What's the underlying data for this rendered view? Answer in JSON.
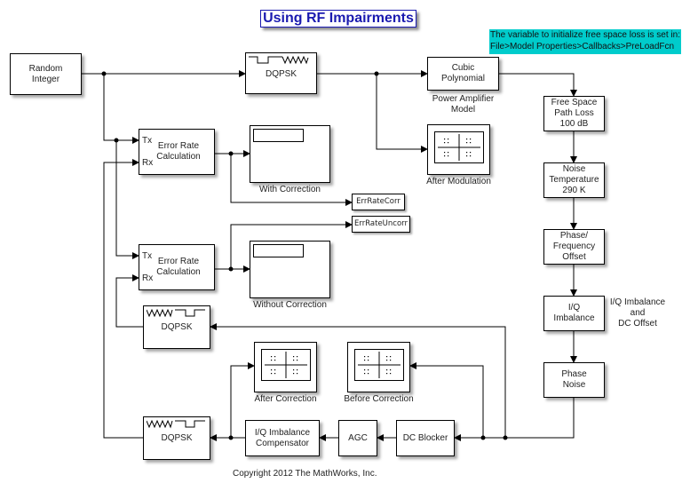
{
  "title": "Using RF Impairments",
  "note": {
    "line1": "The variable to initialize free space loss is set in:",
    "line2": "File>Model Properties>Callbacks>PreLoadFcn"
  },
  "colors": {
    "title": "#1a1ab0",
    "note_bg": "#00cccc"
  },
  "blocks": {
    "random_integer": "Random\nInteger",
    "dqpsk_mod": "DQPSK",
    "cubic_polynomial": "Cubic\nPolynomial",
    "free_space": "Free Space\nPath Loss\n100 dB",
    "noise_temp": "Noise\nTemperature\n290 K",
    "phase_freq": "Phase/\nFrequency\nOffset",
    "iq_imbalance": "I/Q\nImbalance",
    "phase_noise": "Phase\nNoise",
    "error_rate_1": "Error Rate\nCalculation",
    "error_rate_2": "Error Rate\nCalculation",
    "dqpsk_demod_1": "DQPSK",
    "dqpsk_demod_2": "DQPSK",
    "iq_comp": "I/Q Imbalance\nCompensator",
    "agc": "AGC",
    "dc_blocker": "DC Blocker",
    "goto_corr": "ErrRateCorr",
    "goto_uncorr": "ErrRateUncorr"
  },
  "ports": {
    "tx": "Tx",
    "rx": "Rx"
  },
  "labels": {
    "power_amp": "Power Amplifier\nModel",
    "after_modulation": "After Modulation",
    "with_correction": "With Correction",
    "without_correction": "Without Correction",
    "after_correction": "After Correction",
    "before_correction": "Before Correction",
    "iq_dc_annotation": "I/Q Imbalance\nand\nDC Offset"
  },
  "copyright": "Copyright 2012 The MathWorks, Inc."
}
